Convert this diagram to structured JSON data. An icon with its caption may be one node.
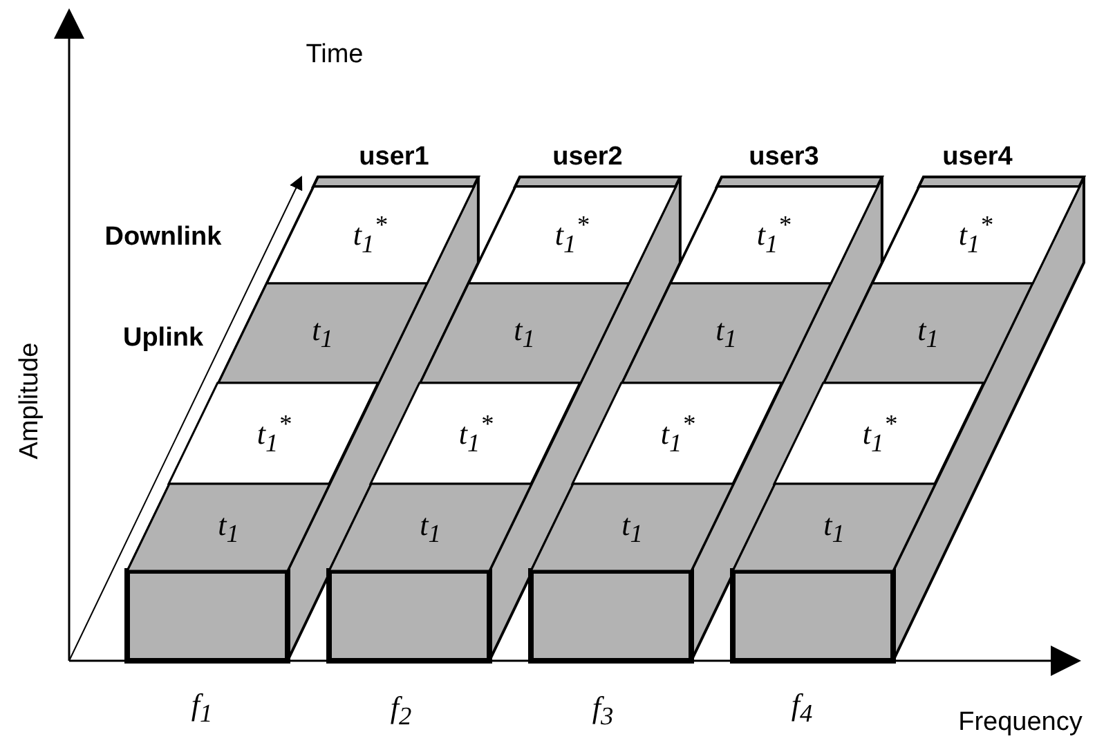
{
  "diagram": {
    "nodes": [
      {
        "text": [
          "t$_{1}$$^{*}$"
        ]
      },
      {
        "text": [
          "t$_{1}$$^{*}$"
        ]
      },
      {
        "text": [
          "t$_{1}$$^{*}$"
        ]
      },
      {
        "text": [
          "t$_{1}$$^{*}$"
        ]
      },
      {
        "text": [
          "t$_{1}$"
        ]
      },
      {
        "text": [
          "t$_{1}$"
        ]
      },
      {
        "text": [
          "t$_{1}$"
        ]
      },
      {
        "text": [
          "t$_{1}$"
        ]
      },
      {
        "text": [
          "t$_{1}$$^{*}$"
        ]
      },
      {
        "text": [
          "t$_{1}$$^{*}$"
        ]
      },
      {
        "text": [
          "t$_{1}$$^{*}$"
        ]
      },
      {
        "text": [
          "t$_{1}$$^{*}$"
        ]
      },
      {
        "text": [
          "t$_{1}$"
        ]
      },
      {
        "text": [
          "t$_{1}$"
        ]
      },
      {
        "text": [
          "t$_{1}$"
        ]
      },
      {
        "text": [
          "t$_{1}$"
        ]
      }
    ],
    "edges": [],
    "labels": [
      "Time",
      "user1",
      "user2",
      "user3",
      "user4",
      "Downlink",
      "Uplink",
      "Amplitude",
      "f$_{1}$",
      "f$_{2}$",
      "f$_{3}$",
      "f$_{4}$",
      "Frequency"
    ]
  }
}
